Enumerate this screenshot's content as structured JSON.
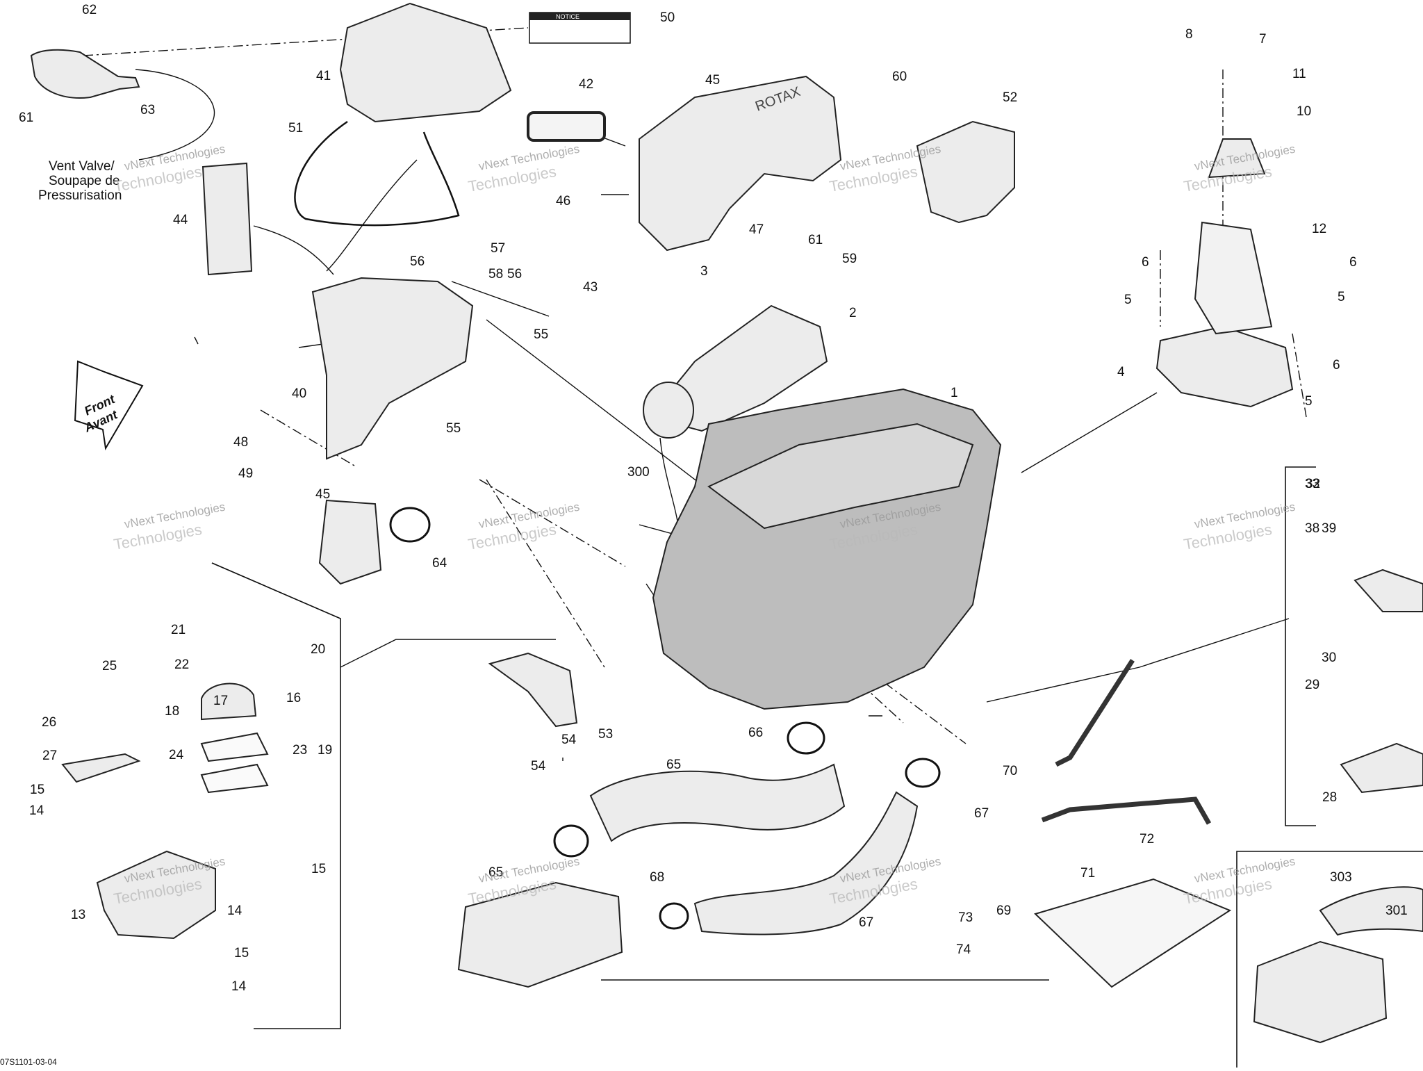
{
  "diagram": {
    "code": "07S1101-03-04",
    "vent_label": [
      "Vent Valve/",
      "Soupape de",
      "Pressurisation"
    ],
    "front_label": [
      "Front",
      "Avant"
    ],
    "notice_label": "NOTICE",
    "rotax_label": "ROTAX",
    "watermark_line1": "vNext Technologies",
    "watermark_line2": "Technologies",
    "callouts": [
      "1",
      "2",
      "3",
      "4",
      "5",
      "5",
      "5",
      "6",
      "6",
      "6",
      "7",
      "8",
      "10",
      "11",
      "12",
      "13",
      "14",
      "14",
      "14",
      "15",
      "15",
      "15",
      "16",
      "17",
      "18",
      "19",
      "20",
      "21",
      "22",
      "23",
      "24",
      "25",
      "26",
      "27",
      "28",
      "29",
      "30",
      "32",
      "33",
      "38",
      "39",
      "40",
      "41",
      "42",
      "43",
      "44",
      "45",
      "45",
      "46",
      "47",
      "48",
      "49",
      "50",
      "51",
      "52",
      "53",
      "54",
      "54",
      "55",
      "55",
      "56",
      "56",
      "57",
      "58",
      "59",
      "60",
      "61",
      "61",
      "62",
      "63",
      "64",
      "65",
      "65",
      "66",
      "67",
      "67",
      "68",
      "69",
      "70",
      "71",
      "72",
      "73",
      "74",
      "300",
      "301",
      "303"
    ]
  }
}
